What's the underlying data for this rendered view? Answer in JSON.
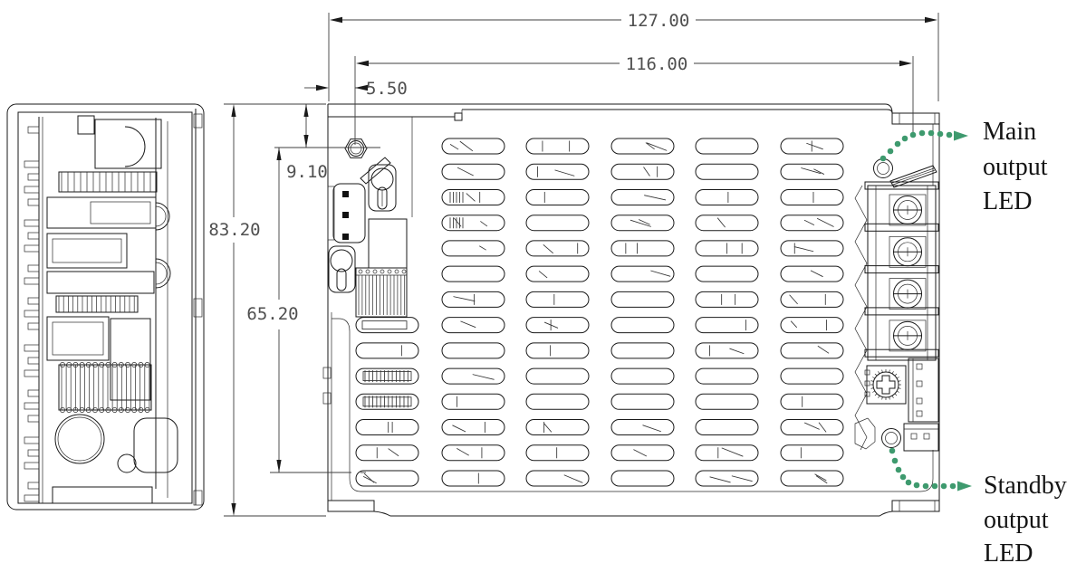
{
  "drawing": {
    "type": "mechanical-dimension-drawing",
    "colors": {
      "line": "#1a1a1a",
      "dim_text": "#4f4f4f",
      "callout_green": "#3e9a6e"
    },
    "dimensions": {
      "overall_width": "127.00",
      "inner_width": "116.00",
      "edge_offset": "5.50",
      "overall_height": "83.20",
      "top_offset": "9.10",
      "inner_height": "65.20"
    },
    "annotations": {
      "main_led": {
        "lines": [
          "Main",
          "output",
          "LED"
        ]
      },
      "standby_led": {
        "lines": [
          "Standby",
          "output",
          "LED"
        ]
      }
    }
  }
}
